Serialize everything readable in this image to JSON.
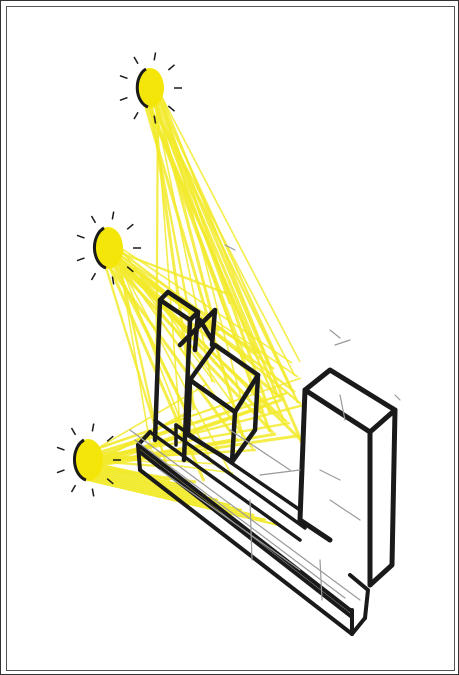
{
  "image": {
    "subject": "sun-path-massing-sketch",
    "colors": {
      "background": "#ffffff",
      "sun": "#f5e60a",
      "ray": "#f2ea2c",
      "ink": "#1a1a1a",
      "pencil": "#9a9a9a"
    },
    "suns": [
      {
        "name": "sun-top"
      },
      {
        "name": "sun-middle"
      },
      {
        "name": "sun-bottom"
      }
    ]
  }
}
